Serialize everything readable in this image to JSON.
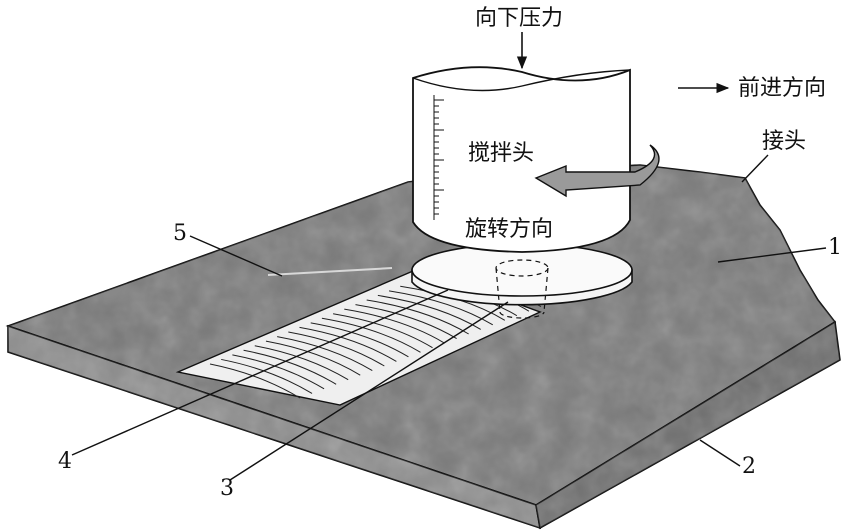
{
  "labels": {
    "downward_pressure": "向下压力",
    "forward_direction": "前进方向",
    "stir_head": "搅拌头",
    "joint": "接头",
    "rotation_direction": "旋转方向"
  },
  "callouts": [
    "1",
    "2",
    "3",
    "4",
    "5"
  ],
  "colors": {
    "plate_top": "#7a7a7a",
    "plate_front": "#8c8c8c",
    "plate_side": "#6e6e6e",
    "weld_bead": "#efefef",
    "line": "#111111"
  }
}
